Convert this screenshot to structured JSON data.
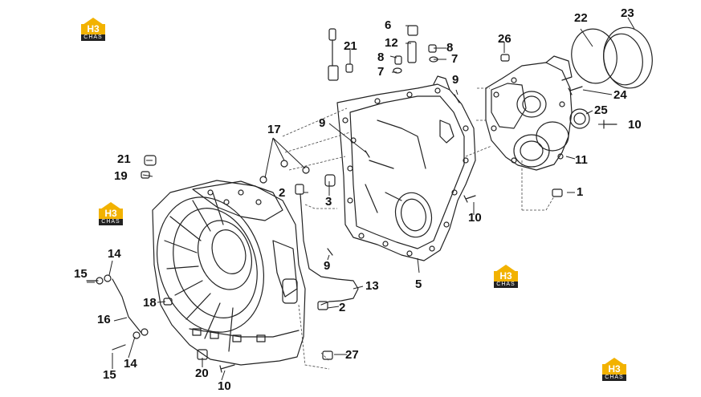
{
  "diagram": {
    "callouts": [
      "1",
      "2",
      "2",
      "3",
      "5",
      "6",
      "7",
      "7",
      "8",
      "8",
      "9",
      "9",
      "9",
      "10",
      "10",
      "10",
      "11",
      "12",
      "13",
      "14",
      "14",
      "15",
      "15",
      "16",
      "17",
      "18",
      "19",
      "20",
      "21",
      "21",
      "22",
      "23",
      "24",
      "25",
      "26",
      "27"
    ]
  },
  "watermark": {
    "mark": "H3",
    "word": "CHAS"
  },
  "colors": {
    "line": "#222222",
    "logo_yellow": "#f2b200",
    "logo_dark": "#222222"
  }
}
